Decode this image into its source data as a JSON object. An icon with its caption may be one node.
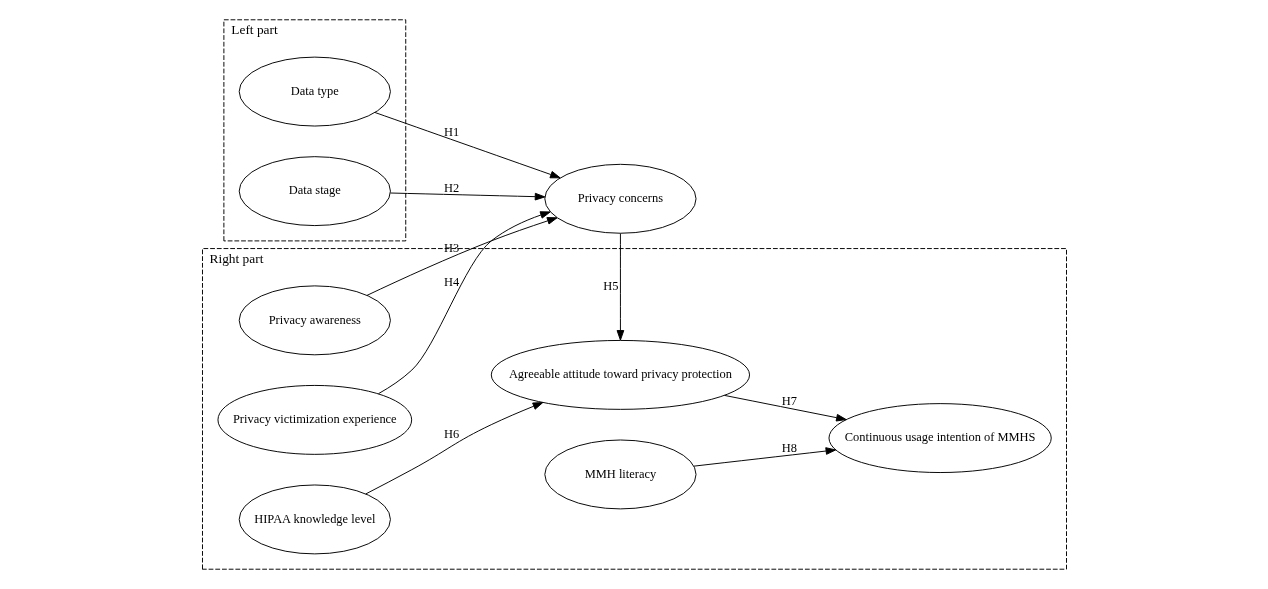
{
  "diagram": {
    "nodes": [
      {
        "text": [
          "Left part"
        ]
      },
      {
        "text": [
          "Data type"
        ],
        "in": 0
      },
      {
        "text": [
          "Data stage"
        ],
        "in": 0
      },
      {
        "text": [
          "Right part"
        ]
      },
      {
        "text": [
          "Privacy awareness"
        ],
        "in": 3
      },
      {
        "text": [
          "HIPAA knowledge level"
        ],
        "in": 3
      },
      {
        "text": [
          "MMH literacy"
        ],
        "in": 3
      },
      {
        "text": [
          "Privacy concerns"
        ]
      },
      {
        "text": [
          "Agreeable attitude toward privacy protection"
        ],
        "in": 3
      },
      {
        "text": [
          "Continuous usage intention of MMHS"
        ],
        "in": 3
      },
      {
        "text": [
          "Privacy victimization experience"
        ],
        "in": 3
      }
    ],
    "edges": [
      {
        "from": 1,
        "to": 7,
        "arrow": "to",
        "label": "H1"
      },
      {
        "from": 2,
        "to": 7,
        "arrow": "to",
        "label": "H2"
      },
      {
        "from": 4,
        "to": 7,
        "arrow": "to",
        "label": "H3"
      },
      {
        "from": 10,
        "to": 7,
        "arrow": "to",
        "label": "H4"
      },
      {
        "from": 7,
        "to": 8,
        "arrow": "to",
        "label": "H5"
      },
      {
        "from": 5,
        "to": 8,
        "arrow": "to",
        "label": "H6"
      },
      {
        "from": 8,
        "to": 9,
        "arrow": "to",
        "label": "H7"
      },
      {
        "from": 6,
        "to": 9,
        "arrow": "to",
        "label": "H8"
      }
    ]
  }
}
